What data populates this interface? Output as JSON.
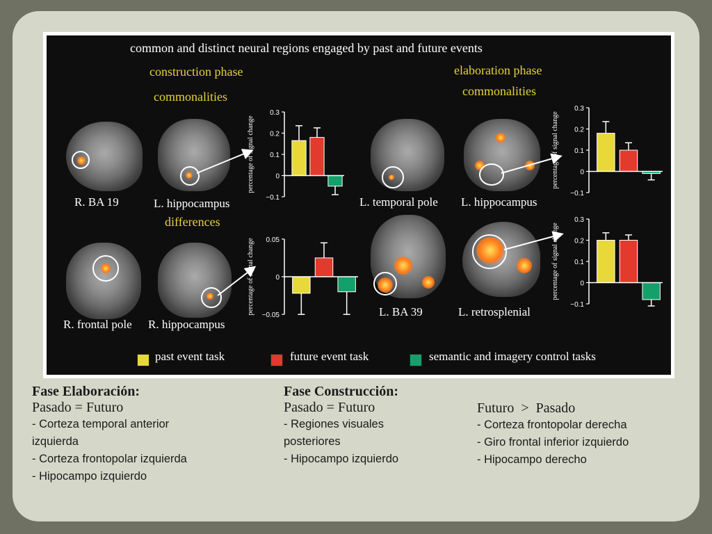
{
  "figure": {
    "title": "common and distinct neural regions engaged by past and future events",
    "construction_phase": "construction phase",
    "construction_commonalities": "commonalities",
    "elaboration_phase": "elaboration phase",
    "elaboration_commonalities": "commonalities",
    "differences": "differences",
    "regions": {
      "r_ba19": "R. BA 19",
      "l_hippo_construction": "L. hippocampus",
      "l_temporal_pole": "L. temporal pole",
      "l_hippo_elaboration": "L. hippocampus",
      "r_frontal_pole": "R. frontal pole",
      "r_hippocampus": "R. hippocampus",
      "l_ba39": "L. BA 39",
      "l_retrosplenial": "L. retrosplenial"
    },
    "legend": [
      {
        "label": "past event task",
        "color": "#e8d83a"
      },
      {
        "label": "future event task",
        "color": "#e23a2c"
      },
      {
        "label": "semantic and imagery control tasks",
        "color": "#14a06a"
      }
    ]
  },
  "chart_data": [
    {
      "type": "bar",
      "ylabel": "percentage of signal change",
      "ylim": [
        -0.1,
        0.3
      ],
      "yticks": [
        "0.3",
        "0.2",
        "0.1",
        "0",
        "−0.1"
      ],
      "tick_values": [
        0.3,
        0.2,
        0.1,
        0,
        -0.1
      ],
      "values": [
        0.165,
        0.18,
        -0.05
      ],
      "errors": [
        0.07,
        0.045,
        0.04
      ],
      "colors": [
        "#e8d83a",
        "#e23a2c",
        "#14a06a"
      ]
    },
    {
      "type": "bar",
      "ylabel": "percentage of signal change",
      "ylim": [
        -0.1,
        0.3
      ],
      "yticks": [
        "0.3",
        "0.2",
        "0.1",
        "0",
        "−0.1"
      ],
      "tick_values": [
        0.3,
        0.2,
        0.1,
        0,
        -0.1
      ],
      "values": [
        0.18,
        0.1,
        -0.01
      ],
      "errors": [
        0.055,
        0.035,
        0.03
      ],
      "colors": [
        "#e8d83a",
        "#e23a2c",
        "#14a06a"
      ]
    },
    {
      "type": "bar",
      "ylabel": "percentage of signal change",
      "ylim": [
        -0.06,
        0.06
      ],
      "yticks": [
        "0.05",
        "0",
        "−0.05"
      ],
      "tick_values": [
        0.05,
        0,
        -0.05
      ],
      "values": [
        -0.022,
        0.025,
        -0.02
      ],
      "errors": [
        0.028,
        0.02,
        0.03
      ],
      "colors": [
        "#e8d83a",
        "#e23a2c",
        "#14a06a"
      ]
    },
    {
      "type": "bar",
      "ylabel": "percentage of signal change",
      "ylim": [
        -0.1,
        0.3
      ],
      "yticks": [
        "0.3",
        "0.2",
        "0.1",
        "0",
        "−0.1"
      ],
      "tick_values": [
        0.3,
        0.2,
        0.1,
        0,
        -0.1
      ],
      "values": [
        0.2,
        0.2,
        -0.08
      ],
      "errors": [
        0.035,
        0.025,
        0.03
      ],
      "colors": [
        "#e8d83a",
        "#e23a2c",
        "#14a06a"
      ]
    }
  ],
  "notes": {
    "elaboracion": {
      "heading": "Fase Elaboración:",
      "subheading": "Pasado = Futuro",
      "items": [
        "- Corteza temporal anterior",
        "izquierda",
        "- Corteza frontopolar izquierda",
        "- Hipocampo izquierdo"
      ]
    },
    "construccion": {
      "heading": "Fase Construcción:",
      "subheading": "Pasado = Futuro",
      "items": [
        "- Regiones visuales",
        "posteriores",
        "- Hipocampo izquierdo"
      ]
    },
    "futuro": {
      "subheading": "Futuro  >  Pasado",
      "items": [
        "- Corteza frontopolar derecha",
        "- Giro frontal inferior izquierdo",
        "- Hipocampo derecho"
      ]
    }
  }
}
